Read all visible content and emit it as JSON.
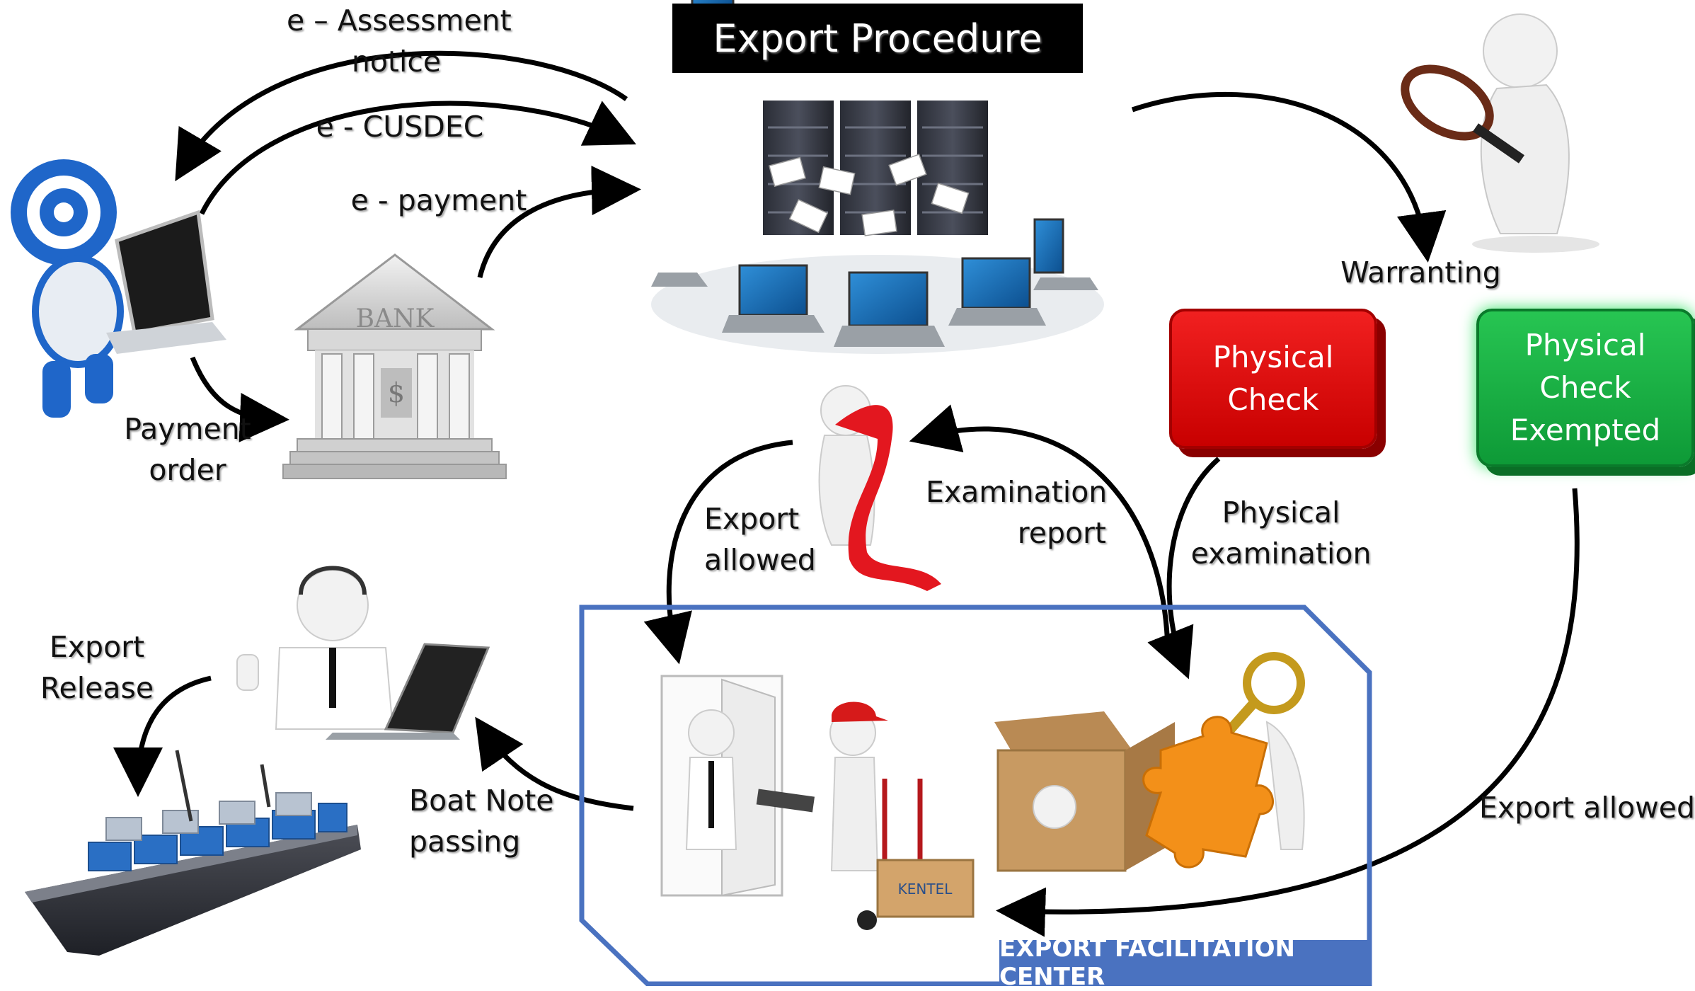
{
  "title": "Export Procedure",
  "labels": {
    "assessment_notice": [
      "e – Assessment",
      "notice"
    ],
    "cusdec": "e - CUSDEC",
    "payment": "e - payment",
    "payment_order": [
      "Payment",
      "order"
    ],
    "warranting": "Warranting",
    "physical_examination": [
      "Physical",
      "examination"
    ],
    "examination_report": [
      "Examination",
      "report"
    ],
    "export_allowed_left": [
      "Export",
      "allowed"
    ],
    "export_allowed_right": "Export allowed",
    "export_release": [
      "Export",
      "Release"
    ],
    "boat_note_passing": [
      "Boat Note",
      "passing"
    ],
    "bank_sign": "BANK",
    "box_text": "KENTEL"
  },
  "buttons": {
    "physical_check": [
      "Physical",
      "Check"
    ],
    "physical_check_exempted": [
      "Physical Check",
      "Exempted"
    ]
  },
  "facility": {
    "name": "EXPORT FACILITATION CENTER"
  },
  "colors": {
    "red_button": "#d90000",
    "green_button": "#12a63c",
    "facility_border": "#4a72c0",
    "title_bg": "#000000"
  }
}
